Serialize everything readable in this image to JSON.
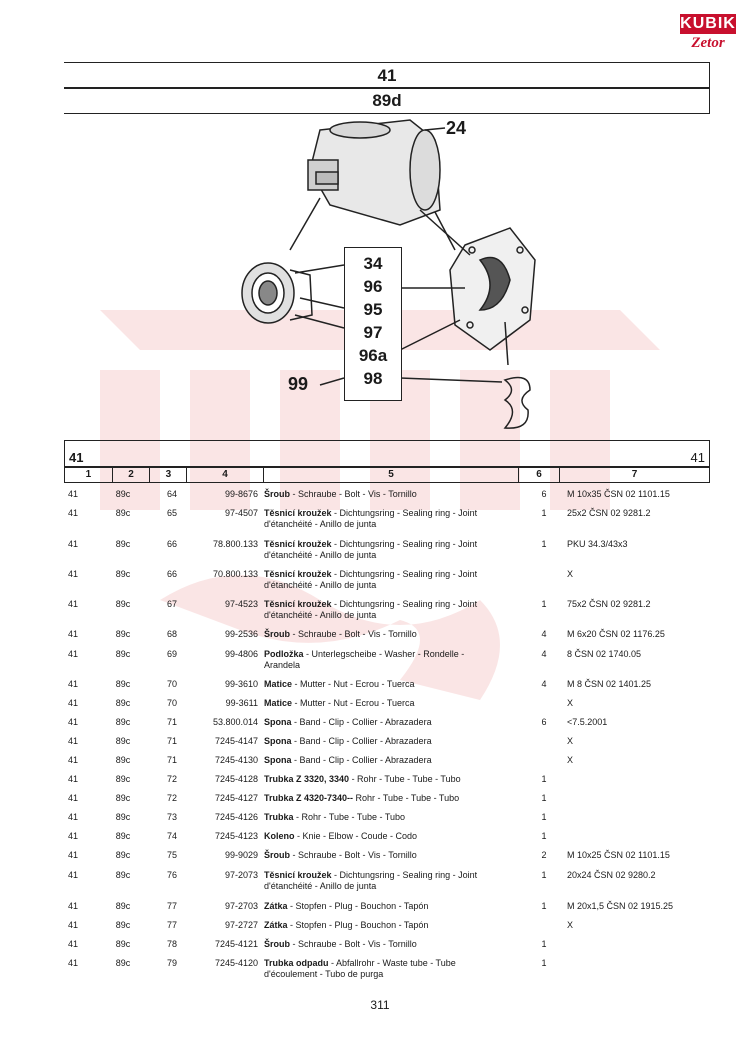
{
  "logo": {
    "top": "KUBIK",
    "bottom": "Zetor"
  },
  "header": {
    "group": "41",
    "subgroup": "89d"
  },
  "diagram": {
    "label_top": "24",
    "callouts": [
      "34",
      "96",
      "95",
      "97",
      "96a",
      "98"
    ],
    "label_left": "99"
  },
  "table": {
    "group_left": "41",
    "group_right": "41",
    "columns": [
      "1",
      "2",
      "3",
      "4",
      "5",
      "6",
      "7"
    ],
    "rows": [
      {
        "c1": "41",
        "c2": "89c",
        "c3": "64",
        "c4": "99-8676",
        "bold": "Šroub",
        "rest": " - Schraube - Bolt - Vis - Tornillo",
        "rest2": "",
        "c6": "6",
        "c7": "M 10x35 ČSN 02 1101.15"
      },
      {
        "c1": "41",
        "c2": "89c",
        "c3": "65",
        "c4": "97-4507",
        "bold": "Těsnicí kroužek",
        "rest": " - Dichtungsring - Sealing ring - Joint",
        "rest2": "d'étanchéité - Anillo de junta",
        "c6": "1",
        "c7": "25x2 ČSN 02 9281.2"
      },
      {
        "c1": "41",
        "c2": "89c",
        "c3": "66",
        "c4": "78.800.133",
        "bold": "Těsnicí kroužek",
        "rest": " - Dichtungsring - Sealing ring - Joint",
        "rest2": "d'étanchéité - Anillo de junta",
        "c6": "1",
        "c7": "PKU 34.3/43x3"
      },
      {
        "c1": "41",
        "c2": "89c",
        "c3": "66",
        "c4": "70.800.133",
        "bold": "Těsnicí kroužek",
        "rest": " - Dichtungsring - Sealing ring - Joint",
        "rest2": "d'étanchéité - Anillo de junta",
        "c6": "",
        "c7": "X"
      },
      {
        "c1": "41",
        "c2": "89c",
        "c3": "67",
        "c4": "97-4523",
        "bold": "Těsnicí kroužek",
        "rest": " - Dichtungsring - Sealing ring - Joint",
        "rest2": "d'étanchéité - Anillo de junta",
        "c6": "1",
        "c7": "75x2 ČSN 02 9281.2"
      },
      {
        "c1": "41",
        "c2": "89c",
        "c3": "68",
        "c4": "99-2536",
        "bold": "Šroub",
        "rest": " - Schraube - Bolt - Vis - Tornillo",
        "rest2": "",
        "c6": "4",
        "c7": "M 6x20 ČSN 02 1176.25"
      },
      {
        "c1": "41",
        "c2": "89c",
        "c3": "69",
        "c4": "99-4806",
        "bold": "Podložka",
        "rest": " - Unterlegscheibe - Washer - Rondelle -",
        "rest2": "Arandela",
        "c6": "4",
        "c7": "8 ČSN 02 1740.05"
      },
      {
        "c1": "41",
        "c2": "89c",
        "c3": "70",
        "c4": "99-3610",
        "bold": "Matice",
        "rest": " - Mutter - Nut - Ecrou - Tuerca",
        "rest2": "",
        "c6": "4",
        "c7": "M 8 ČSN 02 1401.25"
      },
      {
        "c1": "41",
        "c2": "89c",
        "c3": "70",
        "c4": "99-3611",
        "bold": "Matice",
        "rest": " - Mutter - Nut - Ecrou - Tuerca",
        "rest2": "",
        "c6": "",
        "c7": "X"
      },
      {
        "c1": "41",
        "c2": "89c",
        "c3": "71",
        "c4": "53.800.014",
        "bold": "Spona",
        "rest": " - Band - Clip - Collier - Abrazadera",
        "rest2": "",
        "c6": "6",
        "c7": "<7.5.2001"
      },
      {
        "c1": "41",
        "c2": "89c",
        "c3": "71",
        "c4": "7245-4147",
        "bold": "Spona",
        "rest": " - Band - Clip - Collier - Abrazadera",
        "rest2": "",
        "c6": "",
        "c7": "X"
      },
      {
        "c1": "41",
        "c2": "89c",
        "c3": "71",
        "c4": "7245-4130",
        "bold": "Spona",
        "rest": " - Band - Clip - Collier - Abrazadera",
        "rest2": "",
        "c6": "",
        "c7": "X"
      },
      {
        "c1": "41",
        "c2": "89c",
        "c3": "72",
        "c4": "7245-4128",
        "bold": "Trubka Z 3320, 3340",
        "rest": " - Rohr - Tube - Tube - Tubo",
        "rest2": "",
        "c6": "1",
        "c7": ""
      },
      {
        "c1": "41",
        "c2": "89c",
        "c3": "72",
        "c4": "7245-4127",
        "bold": "Trubka Z 4320-7340--",
        "rest": " Rohr - Tube - Tube - Tubo",
        "rest2": "",
        "c6": "1",
        "c7": ""
      },
      {
        "c1": "41",
        "c2": "89c",
        "c3": "73",
        "c4": "7245-4126",
        "bold": "Trubka",
        "rest": " - Rohr - Tube - Tube - Tubo",
        "rest2": "",
        "c6": "1",
        "c7": ""
      },
      {
        "c1": "41",
        "c2": "89c",
        "c3": "74",
        "c4": "7245-4123",
        "bold": "Koleno",
        "rest": " - Knie - Elbow - Coude - Codo",
        "rest2": "",
        "c6": "1",
        "c7": ""
      },
      {
        "c1": "41",
        "c2": "89c",
        "c3": "75",
        "c4": "99-9029",
        "bold": "Šroub",
        "rest": " - Schraube - Bolt - Vis - Tornillo",
        "rest2": "",
        "c6": "2",
        "c7": "M 10x25 ČSN 02 1101.15"
      },
      {
        "c1": "41",
        "c2": "89c",
        "c3": "76",
        "c4": "97-2073",
        "bold": "Těsnicí kroužek",
        "rest": " - Dichtungsring - Sealing ring - Joint",
        "rest2": "d'étanchéité - Anillo de junta",
        "c6": "1",
        "c7": "20x24 ČSN 02 9280.2"
      },
      {
        "c1": "41",
        "c2": "89c",
        "c3": "77",
        "c4": "97-2703",
        "bold": "Zátka",
        "rest": " - Stopfen - Plug - Bouchon - Tapón",
        "rest2": "",
        "c6": "1",
        "c7": "M 20x1,5 ČSN 02 1915.25"
      },
      {
        "c1": "41",
        "c2": "89c",
        "c3": "77",
        "c4": "97-2727",
        "bold": "Zátka",
        "rest": " - Stopfen - Plug - Bouchon - Tapón",
        "rest2": "",
        "c6": "",
        "c7": "X"
      },
      {
        "c1": "41",
        "c2": "89c",
        "c3": "78",
        "c4": "7245-4121",
        "bold": "Šroub",
        "rest": " - Schraube - Bolt - Vis - Tornillo",
        "rest2": "",
        "c6": "1",
        "c7": ""
      },
      {
        "c1": "41",
        "c2": "89c",
        "c3": "79",
        "c4": "7245-4120",
        "bold": "Trubka odpadu",
        "rest": " - Abfallrohr - Waste tube - Tube",
        "rest2": "d'écoulement - Tubo de purga",
        "c6": "1",
        "c7": ""
      }
    ]
  },
  "page_number": "311",
  "colors": {
    "brand_red": "#c8102e",
    "watermark": "#f3c8c8"
  }
}
